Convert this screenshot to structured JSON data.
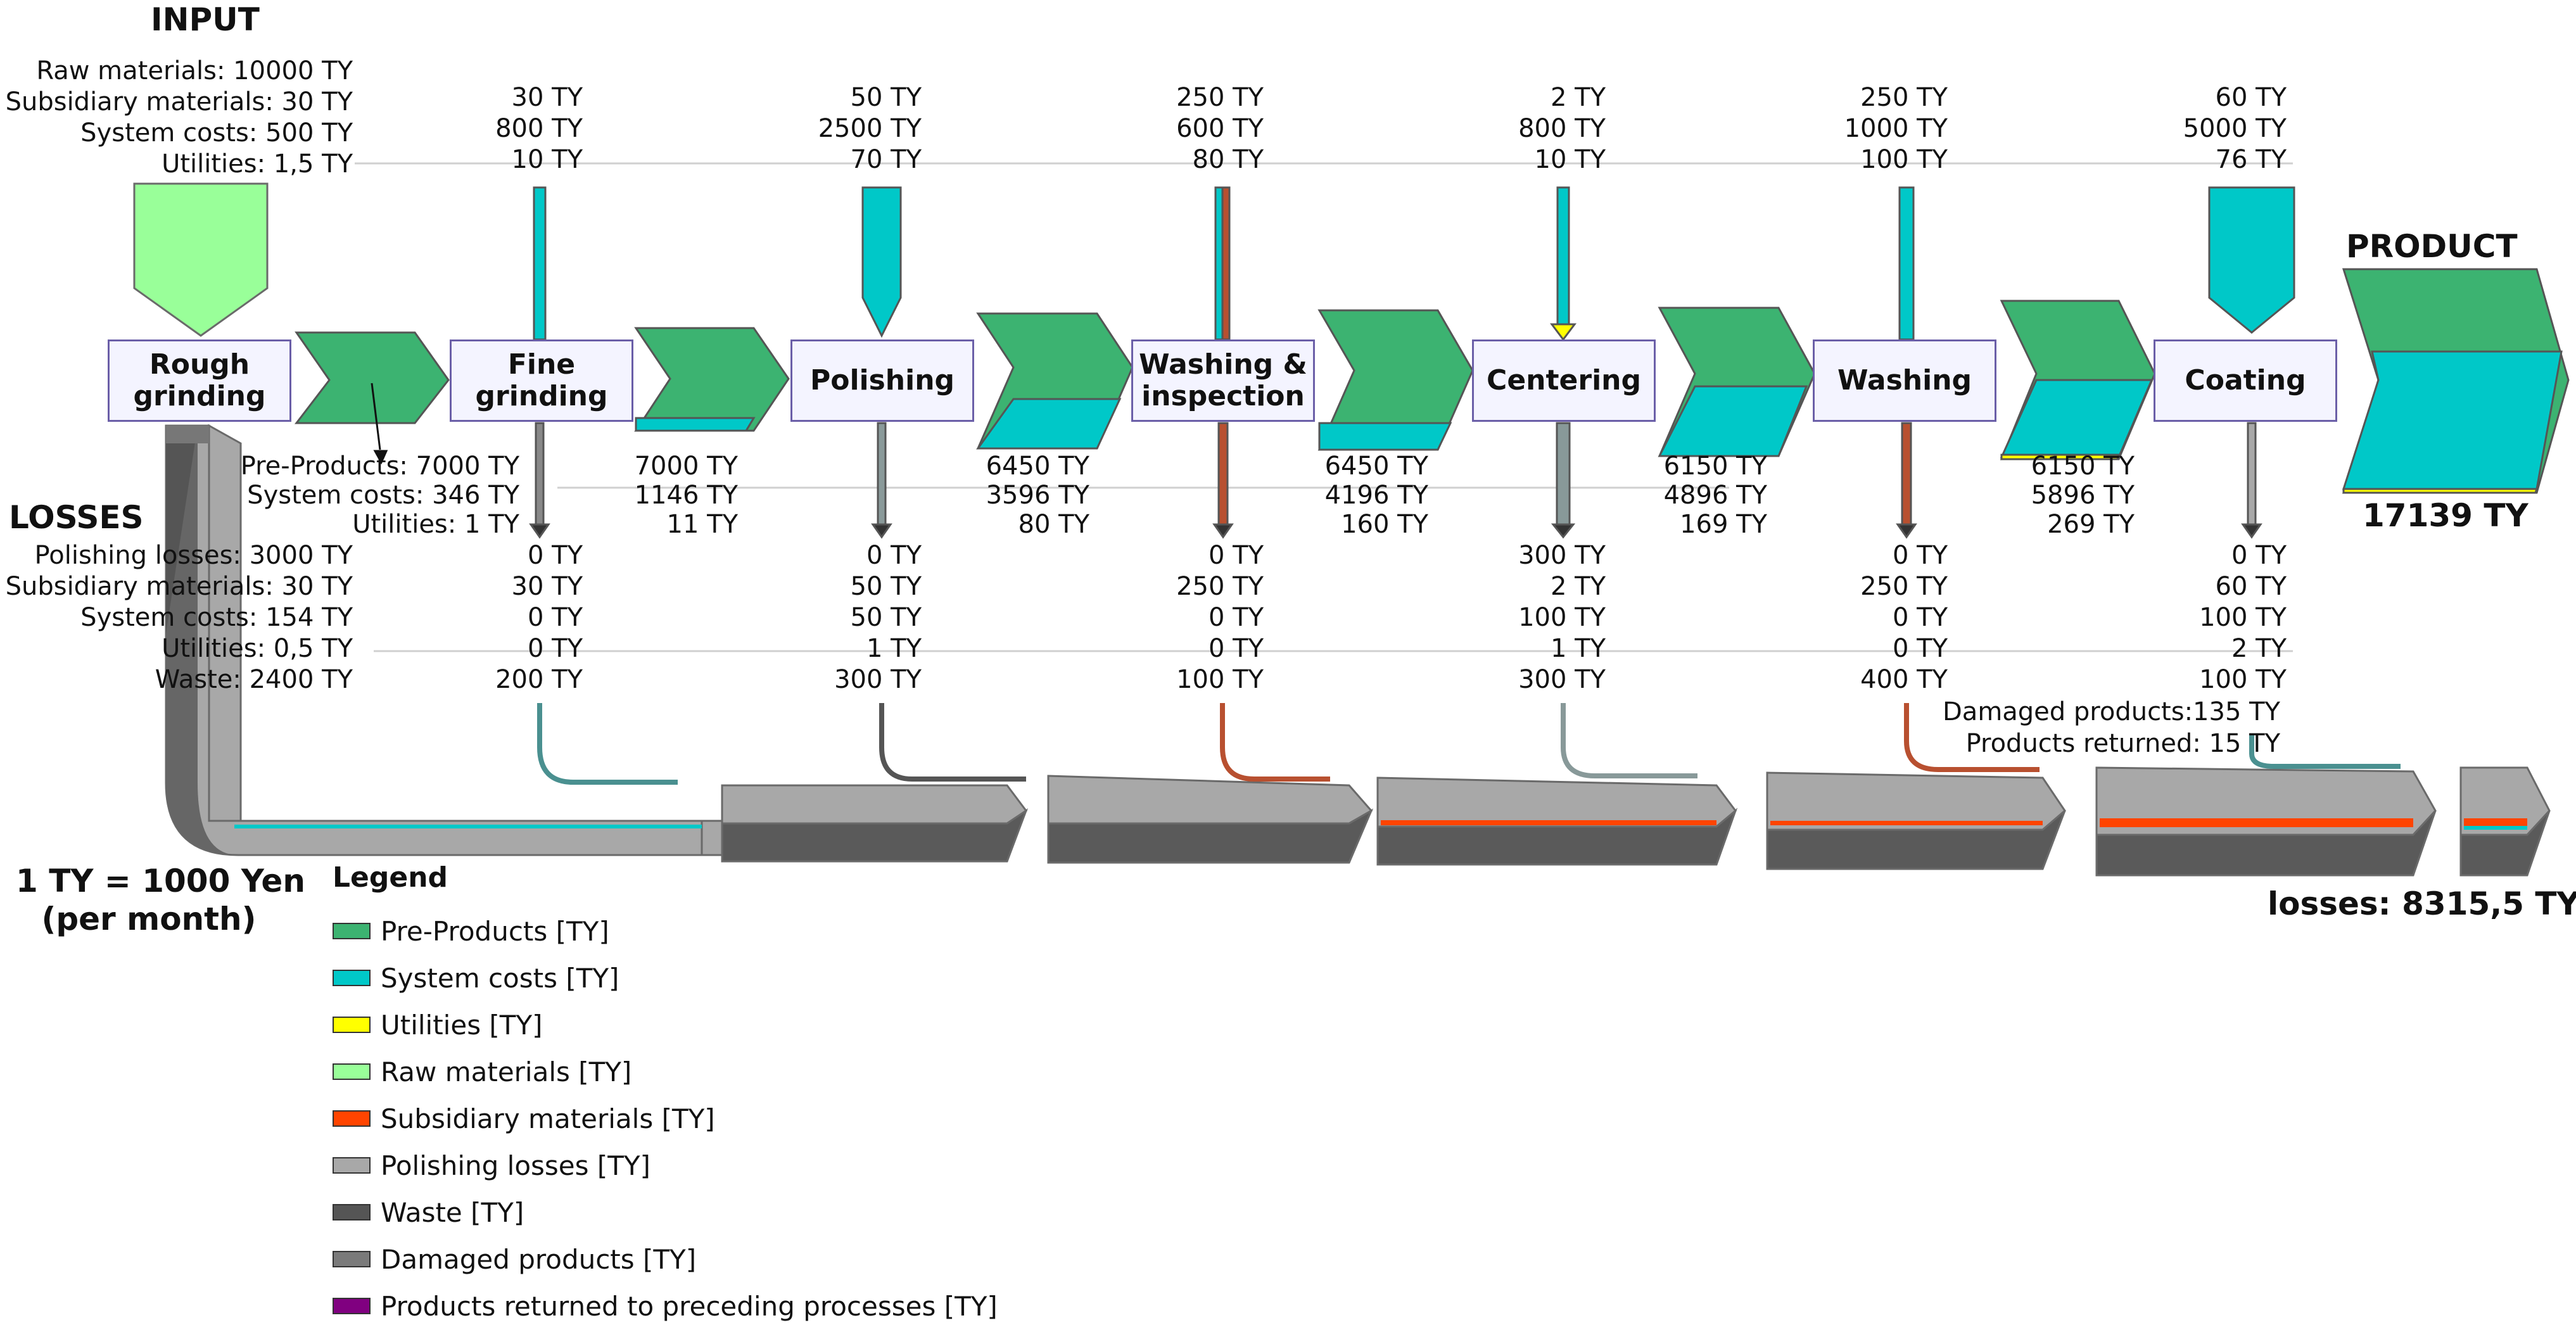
{
  "colors": {
    "pre_products": "#3cb371",
    "system_costs": "#00c8c8",
    "utilities": "#ffff00",
    "raw_materials": "#99ff99",
    "subsidiary_materials": "#ff4400",
    "polishing_losses": "#a8a8a8",
    "waste": "#666666",
    "damaged_products": "#7a7a7a",
    "products_returned": "#800080",
    "process_border": "#6b5fa8",
    "process_fill": "#f4f4ff"
  },
  "headings": {
    "input": "INPUT",
    "losses": "LOSSES",
    "product": "PRODUCT",
    "product_total": "17139 TY",
    "losses_total": "losses: 8315,5 TY",
    "unit_line1": "1 TY = 1000 Yen",
    "unit_line2": "(per month)"
  },
  "input_block": [
    "Raw materials: 10000 TY",
    "Subsidiary materials: 30 TY",
    "System costs: 500 TY",
    "Utilities: 1,5 TY"
  ],
  "losses_block": [
    "Polishing losses: 3000 TY",
    "Subsidiary materials: 30 TY",
    "System costs: 154 TY",
    "Utilities: 0,5 TY",
    "Waste: 2400 TY"
  ],
  "first_output_block": [
    "Pre-Products: 7000 TY",
    "System costs: 346 TY",
    "Utilities: 1 TY"
  ],
  "processes": [
    {
      "name": "Rough grinding",
      "lines": [
        "Rough",
        "grinding"
      ]
    },
    {
      "name": "Fine grinding",
      "lines": [
        "Fine grinding"
      ]
    },
    {
      "name": "Polishing",
      "lines": [
        "Polishing"
      ]
    },
    {
      "name": "Washing & inspection",
      "lines": [
        "Washing &",
        "inspection"
      ]
    },
    {
      "name": "Centering",
      "lines": [
        "Centering"
      ]
    },
    {
      "name": "Washing",
      "lines": [
        "Washing"
      ]
    },
    {
      "name": "Coating",
      "lines": [
        "Coating"
      ]
    }
  ],
  "stage_inputs": [
    [
      "30 TY",
      "800 TY",
      "10 TY"
    ],
    [
      "50 TY",
      "2500 TY",
      "70 TY"
    ],
    [
      "250 TY",
      "600 TY",
      "80 TY"
    ],
    [
      "2 TY",
      "800 TY",
      "10 TY"
    ],
    [
      "250 TY",
      "1000 TY",
      "100 TY"
    ],
    [
      "60 TY",
      "5000 TY",
      "76 TY"
    ]
  ],
  "stage_outputs": [
    [
      "7000 TY",
      "1146 TY",
      "11 TY"
    ],
    [
      "6450 TY",
      "3596 TY",
      "80 TY"
    ],
    [
      "6450 TY",
      "4196 TY",
      "160 TY"
    ],
    [
      "6150 TY",
      "4896 TY",
      "169 TY"
    ],
    [
      "6150 TY",
      "5896 TY",
      "269 TY"
    ]
  ],
  "stage_losses": [
    [
      "0 TY",
      "30 TY",
      "0 TY",
      "0 TY",
      "200 TY"
    ],
    [
      "0 TY",
      "50 TY",
      "50 TY",
      "1 TY",
      "300 TY"
    ],
    [
      "0 TY",
      "250 TY",
      "0 TY",
      "0 TY",
      "100 TY"
    ],
    [
      "300 TY",
      "2 TY",
      "100 TY",
      "1 TY",
      "300 TY"
    ],
    [
      "0 TY",
      "250 TY",
      "0 TY",
      "0 TY",
      "400 TY"
    ],
    [
      "0 TY",
      "60 TY",
      "100 TY",
      "2 TY",
      "100 TY"
    ]
  ],
  "coating_extra": [
    "Damaged products:135 TY",
    "Products returned:  15 TY"
  ],
  "legend": {
    "title": "Legend",
    "items": [
      {
        "label": "Pre-Products [TY]",
        "color": "#3cb371"
      },
      {
        "label": "System costs [TY]",
        "color": "#00c8c8"
      },
      {
        "label": "Utilities [TY]",
        "color": "#ffff00"
      },
      {
        "label": "Raw materials [TY]",
        "color": "#99ff99"
      },
      {
        "label": "Subsidiary materials [TY]",
        "color": "#ff4400"
      },
      {
        "label": "Polishing losses [TY]",
        "color": "#a8a8a8"
      },
      {
        "label": "Waste [TY]",
        "color": "#555555"
      },
      {
        "label": "Damaged products [TY]",
        "color": "#7a7a7a"
      },
      {
        "label": "Products returned to preceding processes [TY]",
        "color": "#800080"
      }
    ]
  }
}
